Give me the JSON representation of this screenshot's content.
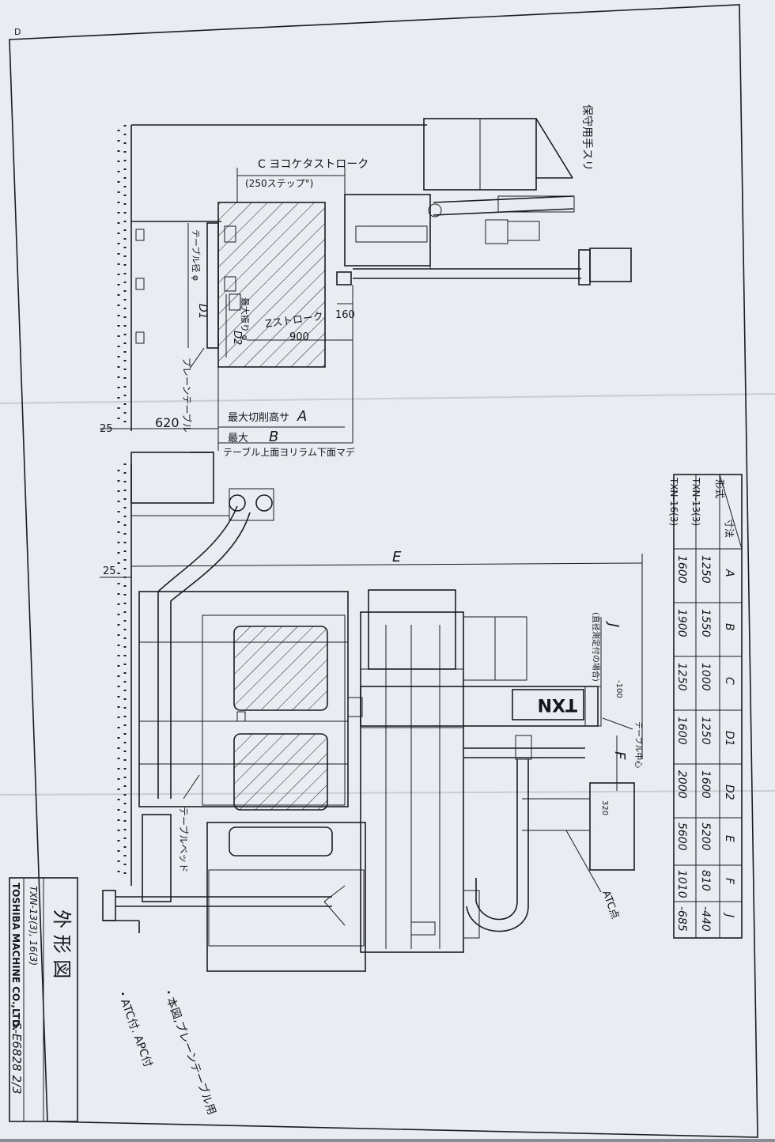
{
  "corner_mark": "D",
  "upper_view": {
    "safety_rail_label": "保守用手スリ",
    "stroke_c": "C ヨコケタストローク",
    "stroke_c_step": "(250ステップ°)",
    "table_dia_label": "テーブル径 φ",
    "d1_label": "D1",
    "max_swing_label": "最大振り φ",
    "d2_label": "D2",
    "z_stroke_label": "Zストローク",
    "z_stroke_value": "900",
    "dim_160": "160",
    "plain_table_label": "プレーンテーブル",
    "dim_25": "25",
    "dim_620": "620",
    "max_cut_label": "最大切削高サ",
    "a_label": "A",
    "max_label": "最大",
    "b_label": "B",
    "b_note": "テーブル上面ヨリラム下面マデ"
  },
  "lower_view": {
    "dim_25": "25",
    "e_label": "E",
    "j_label": "J",
    "j_note": "(直径測定付の場合)",
    "dim_neg100": "-100",
    "txn_plate": "TXN",
    "table_center_label": "テーブル中心",
    "f_label": "F",
    "dim_320": "320",
    "table_bed_label": "テーブルベッド",
    "atc_point_label": "ATC点"
  },
  "dimension_table": {
    "corner_top": "寸法",
    "corner_bottom": "形式",
    "columns": [
      "A",
      "B",
      "C",
      "D1",
      "D2",
      "E",
      "F",
      "J"
    ],
    "rows": [
      {
        "model": "TXN-13(3)",
        "values": [
          "1250",
          "1550",
          "1000",
          "1250",
          "1600",
          "5200",
          "810",
          "-440"
        ]
      },
      {
        "model": "TXN-16(3)",
        "values": [
          "1600",
          "1900",
          "1250",
          "1600",
          "2000",
          "5600",
          "1010",
          "-685"
        ]
      }
    ]
  },
  "notes": [
    "・本図,プレーンテーブル用",
    "・ATC付. APC付"
  ],
  "title_block": {
    "title": "外 形 図",
    "models": "TXN-13(3), 16(3)",
    "company": "TOSHIBA MACHINE CO.,LTD.",
    "drawing_no": "S-E6828 2/3"
  }
}
